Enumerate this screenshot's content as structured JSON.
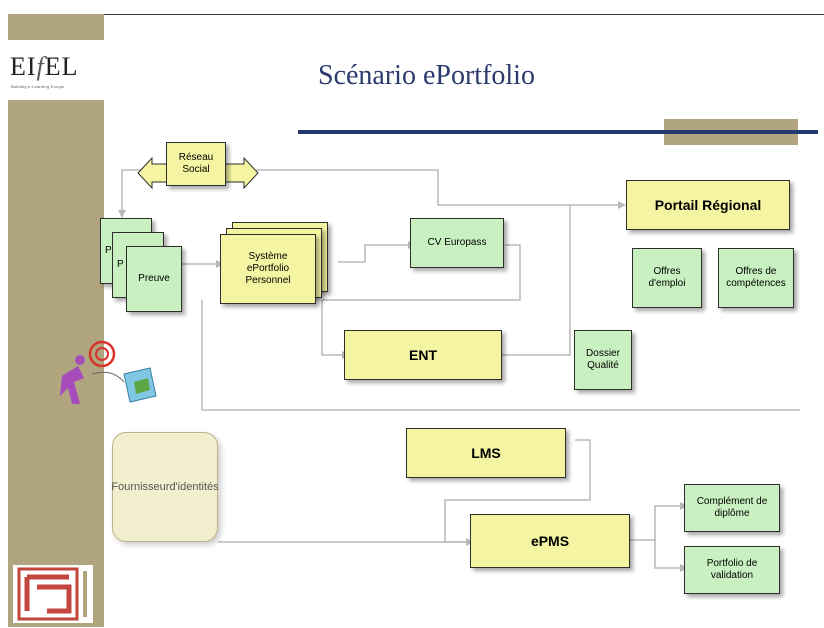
{
  "header": {
    "title": "Scénario ePortfolio",
    "logo_text_left": "EI",
    "logo_text_mid": "f",
    "logo_text_right": "EL",
    "logo_subtitle": "Building e-Learning Europe"
  },
  "nodes": {
    "reseau_social": [
      "Réseau",
      "Social"
    ],
    "preuve_back1": "P",
    "preuve_back2": "P",
    "preuve": "Preuve",
    "systeme": [
      "Système",
      "ePortfolio",
      "Personnel"
    ],
    "cv_europass": "CV Europass",
    "portail_regional": "Portail Régional",
    "offres_emploi": [
      "Offres",
      "d'emploi"
    ],
    "offres_competences": [
      "Offres de",
      "compétences"
    ],
    "ent": "ENT",
    "dossier_qualite": [
      "Dossier",
      "Qualité"
    ],
    "lms": "LMS",
    "epms": "ePMS",
    "complement": [
      "Complément de",
      "diplôme"
    ],
    "portfolio_validation": [
      "Portfolio de",
      "validation"
    ],
    "fournisseur": [
      "Fournisseur",
      "d'identités"
    ]
  },
  "colors": {
    "sidebar": "#b0a57f",
    "title": "#2b3a6e",
    "title_bar": "#243a6e",
    "node_yellow": "#f4f4a2",
    "node_green": "#c8f0c0",
    "connector": "#b8b8b8"
  }
}
